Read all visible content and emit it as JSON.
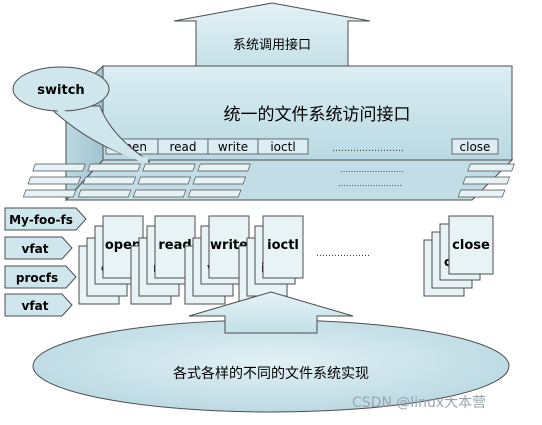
{
  "top_arrow": {
    "label": "系统调用接口"
  },
  "callout": {
    "label": "switch"
  },
  "vfs_box": {
    "title": "统一的文件系统访问接口",
    "cells": [
      {
        "label": "open"
      },
      {
        "label": "read"
      },
      {
        "label": "write"
      },
      {
        "label": "ioctl"
      }
    ],
    "ellipsis": "……………………",
    "close_label": "close"
  },
  "fs_tags": [
    {
      "label": "My-foo-fs"
    },
    {
      "label": "vfat"
    },
    {
      "label": "procfs"
    },
    {
      "label": "vfat"
    }
  ],
  "op_stacks": [
    {
      "label": "open",
      "back_letter": "o"
    },
    {
      "label": "read",
      "back_letter": "r"
    },
    {
      "label": "write",
      "back_letter": "w"
    },
    {
      "label": "ioctl",
      "back_letter": "i"
    }
  ],
  "op_ellipsis": "………………",
  "close_stack": {
    "label": "close",
    "back_letter": "c"
  },
  "bottom_ellipse": {
    "label": "各式各样的不同的文件系统实现"
  },
  "watermark": "CSDN @linux大本营",
  "colors": {
    "box_fill": "#cfe6ec",
    "box_side": "#a9ccd6",
    "box_stroke": "#4d4d4d",
    "arrow_fill": "#d3e9ee",
    "card_fill": "#e8f3f6",
    "text": "#000000"
  }
}
